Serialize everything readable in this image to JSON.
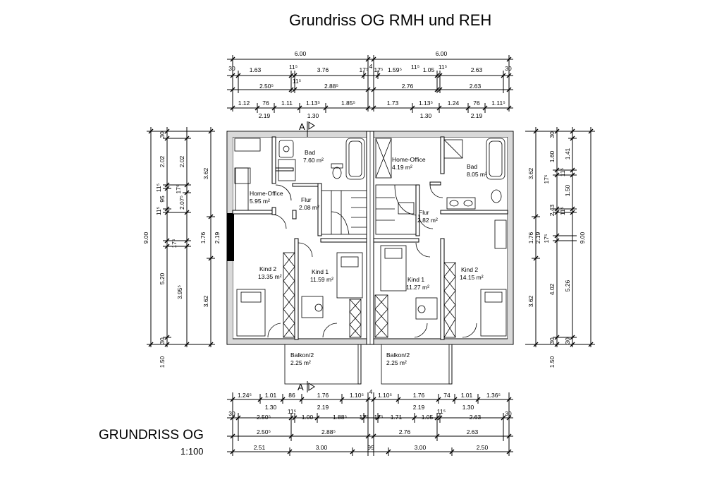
{
  "title": "Grundriss OG RMH und REH",
  "footer": {
    "label": "GRUNDRISS OG",
    "scale": "1:100"
  },
  "section_marker": "A",
  "rooms": [
    {
      "name": "Bad",
      "area": "7.60 m²"
    },
    {
      "name": "Home-Office",
      "area": "5.95 m²"
    },
    {
      "name": "Flur",
      "area": "2.08 m²"
    },
    {
      "name": "Kind 2",
      "area": "13.35 m²"
    },
    {
      "name": "Kind 1",
      "area": "11.59 m²"
    },
    {
      "name": "Balkon/2",
      "area": "2.25 m²"
    },
    {
      "name": "Home-Office",
      "area": "4.19 m²"
    },
    {
      "name": "Bad",
      "area": "8.05 m²"
    },
    {
      "name": "Flur",
      "area": "2.82 m²"
    },
    {
      "name": "Kind 1",
      "area": "11.27 m²"
    },
    {
      "name": "Kind 2",
      "area": "14.15 m²"
    },
    {
      "name": "Balkon/2",
      "area": "2.25 m²"
    }
  ],
  "dims_top": {
    "row1": [
      "6.00",
      "6.00"
    ],
    "row2": [
      "30",
      "1.63",
      "11⁵",
      "3.76",
      "17⁵",
      "4",
      "17⁵",
      "1.59⁵",
      "11⁵",
      "1.05",
      "11⁵",
      "2.63",
      "30"
    ],
    "row3": [
      "2.50⁵",
      "11⁵",
      "2.88⁵",
      "2.76",
      "2.63"
    ],
    "row4": [
      "1.12",
      "76",
      "1.11",
      "1.13⁵",
      "1.85⁵",
      "1.73",
      "1.13⁵",
      "1.24",
      "76",
      "1.11⁵"
    ],
    "row5": [
      "2.19",
      "1.30",
      "1.30",
      "2.19"
    ]
  },
  "dims_bottom": {
    "row1": [
      "1.24⁵",
      "1.01",
      "86",
      "1.76",
      "1.10⁵",
      "4",
      "1.10⁵",
      "1.76",
      "74",
      "1.01",
      "1.36⁵"
    ],
    "row2": [
      "1.30",
      "2.19",
      "2.19",
      "1.30"
    ],
    "row3": [
      "30",
      "2.50⁵",
      "11⁵",
      "1.00",
      "1.88⁵",
      "17⁵",
      "17⁵",
      "1.71",
      "1.05",
      "11⁵",
      "2.63",
      "30"
    ],
    "row4": [
      "2.50⁵",
      "2.88⁵",
      "2.76",
      "2.63"
    ],
    "row5": [
      "2.51",
      "3.00",
      "99",
      "3.00",
      "2.50"
    ]
  },
  "dims_left": {
    "outer": [
      "9.00",
      "1.50"
    ],
    "col2": [
      "30",
      "2.02",
      "11⁵",
      "95",
      "11⁵",
      "17⁵",
      "5.20",
      "30"
    ],
    "col3": [
      "2.02",
      "17⁵",
      "2.07⁵",
      "3.95⁵"
    ],
    "col4": [
      "3.62",
      "1.76",
      "2.19",
      "3.62"
    ]
  },
  "dims_right": {
    "col1": [
      "3.62",
      "1.76",
      "3.62"
    ],
    "col2": [
      "17⁵",
      "2.43",
      "11⁵",
      "2.19",
      "17⁵",
      "4.02",
      "30"
    ],
    "col3": [
      "30",
      "1.60",
      "11⁵",
      "1.50",
      "5.26",
      "30",
      "1.50"
    ],
    "col3b": [
      "1.41"
    ],
    "outer": [
      "9.00"
    ]
  }
}
